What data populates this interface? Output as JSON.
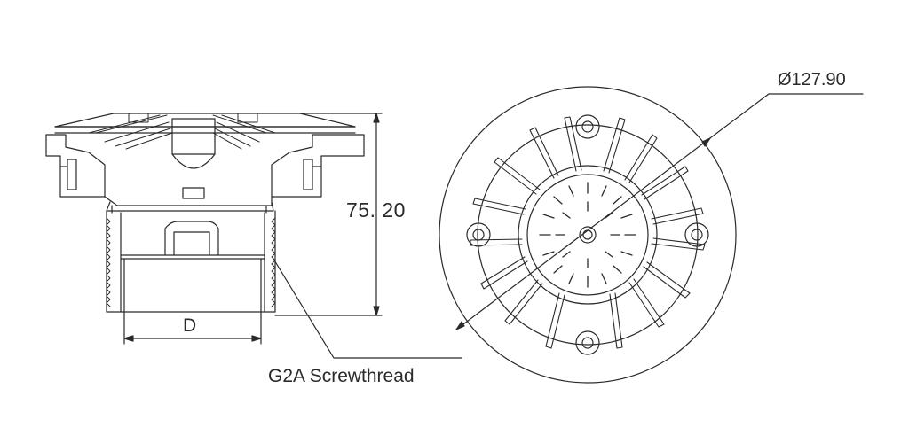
{
  "labels": {
    "height_dimension": "75. 20",
    "width_dimension": "D",
    "diameter_dimension": "Ø127.90",
    "thread_callout": "G2A Screwthread"
  },
  "colors": {
    "line": "#2a2a2a",
    "background": "#ffffff"
  }
}
